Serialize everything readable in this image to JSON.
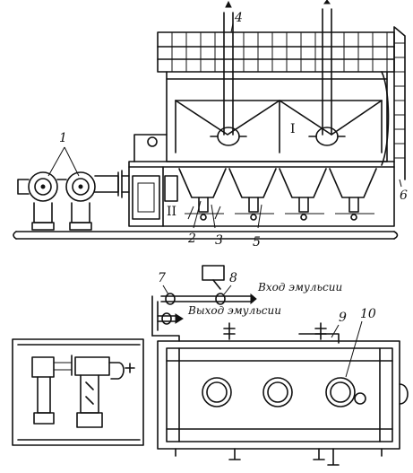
{
  "figure": {
    "callouts": [
      "1",
      "2",
      "3",
      "4",
      "5",
      "6",
      "7",
      "8",
      "9",
      "10"
    ],
    "zones": [
      "I",
      "II"
    ],
    "flows": {
      "inlet": "Вход эмульсии",
      "outlet": "Выход эмульсии"
    }
  }
}
